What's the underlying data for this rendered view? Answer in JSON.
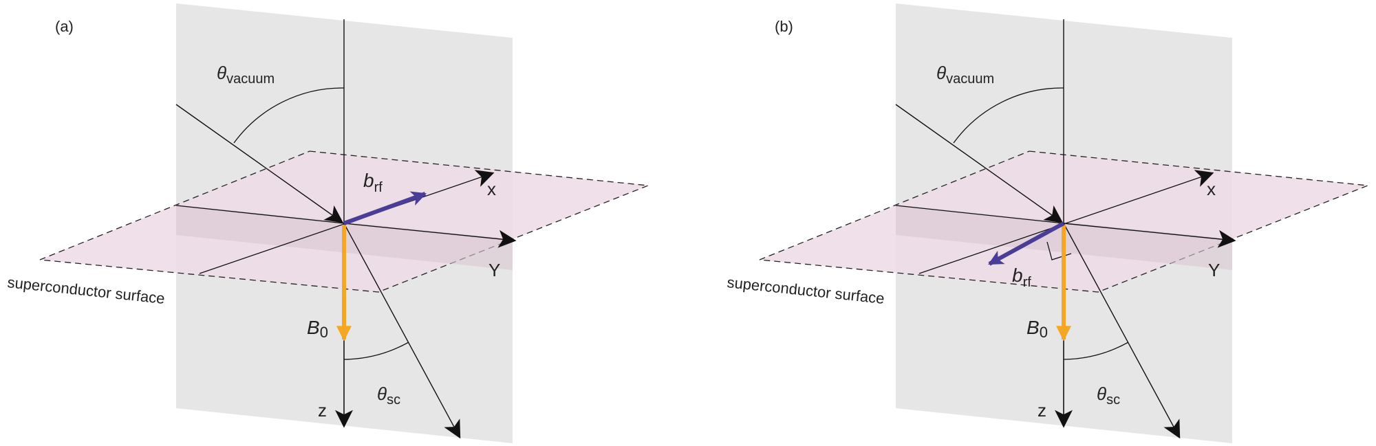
{
  "panels": [
    {
      "id": "a",
      "label": "(a)",
      "theta_vacuum_symbol": "θ",
      "theta_vacuum_sub": "vacuum",
      "theta_sc_symbol": "θ",
      "theta_sc_sub": "sc",
      "b_rf_symbol": "b",
      "b_rf_sub": "rf",
      "B0_symbol": "B",
      "B0_sub": "0",
      "axis_x": "x",
      "axis_y": "Y",
      "axis_z": "z",
      "surface_label": "superconductor surface"
    },
    {
      "id": "b",
      "label": "(b)",
      "theta_vacuum_symbol": "θ",
      "theta_vacuum_sub": "vacuum",
      "theta_sc_symbol": "θ",
      "theta_sc_sub": "sc",
      "b_rf_symbol": "b",
      "b_rf_sub": "rf",
      "B0_symbol": "B",
      "B0_sub": "0",
      "axis_x": "x",
      "axis_y": "Y",
      "axis_z": "z",
      "surface_label": "superconductor surface"
    }
  ],
  "colors": {
    "vertical_plane": "#e6e6e7",
    "surface_plane": "#eddbe5",
    "b_rf_vector": "#4a3d98",
    "B0_vector": "#f5a623",
    "lines": "#111111"
  }
}
